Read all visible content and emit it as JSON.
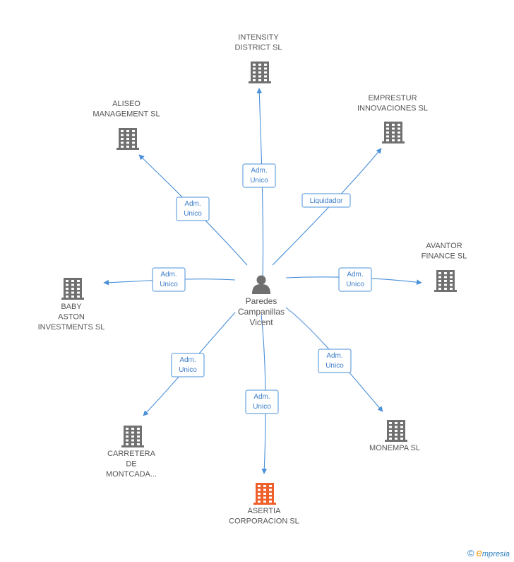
{
  "colors": {
    "edge": "#4a90d9",
    "company": "#707070",
    "highlight": "#ee5f2a",
    "person": "#6f6f6f",
    "text": "#555555"
  },
  "center": {
    "name_lines": [
      "Paredes",
      "Campanillas",
      "Vicent"
    ],
    "icon": "person-icon"
  },
  "companies": [
    {
      "id": "intensity",
      "lines": [
        "INTENSITY",
        "DISTRICT SL"
      ],
      "icon": "building-icon",
      "highlight": false
    },
    {
      "id": "emprestur",
      "lines": [
        "EMPRESTUR",
        "INNOVACIONES SL"
      ],
      "icon": "building-icon",
      "highlight": false
    },
    {
      "id": "avantor",
      "lines": [
        "AVANTOR",
        "FINANCE SL"
      ],
      "icon": "building-icon",
      "highlight": false
    },
    {
      "id": "monempa",
      "lines": [
        "MONEMPA SL"
      ],
      "icon": "building-icon",
      "highlight": false
    },
    {
      "id": "asertia",
      "lines": [
        "ASERTIA",
        "CORPORACION SL"
      ],
      "icon": "building-icon",
      "highlight": true
    },
    {
      "id": "carretera",
      "lines": [
        "CARRETERA",
        "DE",
        "MONTCADA..."
      ],
      "icon": "building-icon",
      "highlight": false
    },
    {
      "id": "baby",
      "lines": [
        "BABY",
        "ASTON",
        "INVESTMENTS SL"
      ],
      "icon": "building-icon",
      "highlight": false
    },
    {
      "id": "aliseo",
      "lines": [
        "ALISEO",
        "MANAGEMENT SL"
      ],
      "icon": "building-icon",
      "highlight": false
    }
  ],
  "edges": [
    {
      "to": "intensity",
      "lines": [
        "Adm.",
        "Unico"
      ]
    },
    {
      "to": "emprestur",
      "lines": [
        "Liquidador"
      ]
    },
    {
      "to": "avantor",
      "lines": [
        "Adm.",
        "Unico"
      ]
    },
    {
      "to": "monempa",
      "lines": [
        "Adm.",
        "Unico"
      ]
    },
    {
      "to": "asertia",
      "lines": [
        "Adm.",
        "Unico"
      ]
    },
    {
      "to": "carretera",
      "lines": [
        "Adm.",
        "Unico"
      ]
    },
    {
      "to": "baby",
      "lines": [
        "Adm.",
        "Unico"
      ]
    },
    {
      "to": "aliseo",
      "lines": [
        "Adm.",
        "Unico"
      ]
    }
  ],
  "footer": {
    "copyright_symbol": "©",
    "brand_initial": "e",
    "brand_rest": "mpresia"
  }
}
